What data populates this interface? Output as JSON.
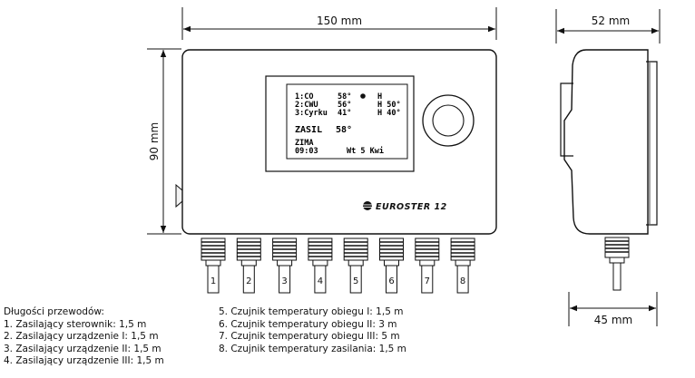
{
  "dimensions": {
    "width_label": "150 mm",
    "height_label": "90 mm",
    "depth_label": "52 mm",
    "depth_bottom_label": "45 mm"
  },
  "lcd": {
    "rows": [
      {
        "left": "1:CO",
        "mid": "58°",
        "right": "H"
      },
      {
        "left": "2:CWU",
        "mid": "56°",
        "right": "H 50°"
      },
      {
        "left": "3:Cyrku",
        "mid": "41°",
        "right": "H 40°"
      }
    ],
    "zasil_label": "ZASIL",
    "zasil_value": "58°",
    "mode": "ZIMA",
    "time": "09:03",
    "day": "Wt 5 Kwi"
  },
  "brand": "EUROSTER 12",
  "cable_numbers": [
    "1",
    "2",
    "3",
    "4",
    "5",
    "6",
    "7",
    "8"
  ],
  "legend": {
    "title": "Długości przewodów:",
    "col1": [
      "1. Zasilający sterownik: 1,5 m",
      "2. Zasilający urządzenie I: 1,5 m",
      "3. Zasilający urządzenie II: 1,5 m",
      "4. Zasilający urządzenie III: 1,5 m"
    ],
    "col2": [
      "5. Czujnik temperatury obiegu I: 1,5 m",
      "6. Czujnik temperatury obiegu II: 3 m",
      "7. Czujnik temperatury obiegu III: 5 m",
      "8. Czujnik temperatury zasilania: 1,5 m"
    ]
  }
}
